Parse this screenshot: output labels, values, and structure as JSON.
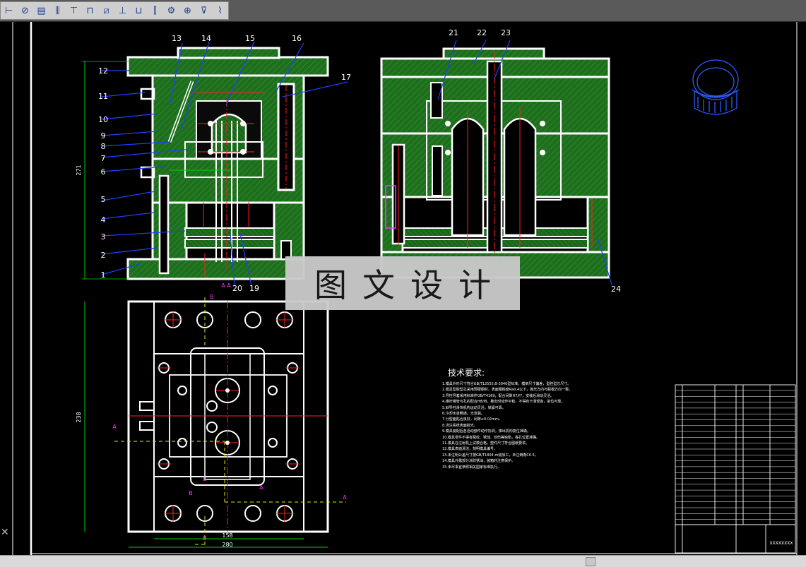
{
  "toolbar": {
    "buttons": [
      {
        "icon": "linear-dimension-icon",
        "glyph": "⊢"
      },
      {
        "icon": "diameter-dimension-icon",
        "glyph": "⊘"
      },
      {
        "icon": "hatch-icon",
        "glyph": "▤"
      },
      {
        "icon": "screw-icon",
        "glyph": "⫼"
      },
      {
        "icon": "bolt-icon",
        "glyph": "⊤"
      },
      {
        "icon": "pin-icon",
        "glyph": "⊓"
      },
      {
        "icon": "slant-hatch-icon",
        "glyph": "⧄"
      },
      {
        "icon": "guide-pillar-icon",
        "glyph": "⊥"
      },
      {
        "icon": "bushing-icon",
        "glyph": "⊔"
      },
      {
        "icon": "ejector-icon",
        "glyph": "⫿"
      },
      {
        "icon": "gear-icon",
        "glyph": "⚙"
      },
      {
        "icon": "centerline-circle-icon",
        "glyph": "⊕"
      },
      {
        "icon": "sprue-icon",
        "glyph": "⊽"
      },
      {
        "icon": "spring-icon",
        "glyph": "⌇"
      }
    ]
  },
  "callouts_left": [
    "1",
    "2",
    "3",
    "4",
    "5",
    "6",
    "7",
    "8",
    "9",
    "10",
    "11",
    "12",
    "13",
    "14",
    "15",
    "16",
    "17",
    "19",
    "20"
  ],
  "callouts_right": [
    "21",
    "22",
    "23",
    "24"
  ],
  "dims": {
    "left_height": "271",
    "plan_height": "238",
    "plan_width_inner": "158",
    "plan_width_outer": "280"
  },
  "section_marks": [
    "A",
    "B"
  ],
  "watermark": "图文设计",
  "tech_title": "技术要求:",
  "tech_notes": [
    "1.模具外形尺寸符合GB/T12555,B-3040型标准，模架尺寸偏差，型腔型芯尺寸。",
    "2.模具型腔型芯采用预硬钢材，表面粗糙度Ra0.4以下，抛光方向与脱模方向一致。",
    "3.导柱导套采用标准件GB/T4169，配合间隙H7/f7，安装后滑动灵活。",
    "4.推杆推管与孔的配合H8/f8，推出时动作平稳，不得有卡滞现象，复位可靠。",
    "5.斜导柱滑块机构运动灵活，锁紧可靠。",
    "6.冷却水道畅通，无渗漏。",
    "7.分型面贴合良好，间隙≤0.02mm。",
    "8.浇注系统表面抛光。",
    "9.模具装配后各活动部件动作协调，推出机构复位准确。",
    "10.模具零件不得有裂纹、锈蚀、划伤等缺陷，各孔位置准确。",
    "11.模具在注射机上试模合格，塑件尺寸符合图纸要求。",
    "12.模具表面清洁，刻明模具编号。",
    "13.未注明公差尺寸按GB/T1804-m级加工，未注倒角C0.5。",
    "14.模具外露部分涂防锈油，装箱时注意保护。",
    "15.未尽事宜参照相关国家标准执行。"
  ],
  "title_block": {
    "drawing_no": "XXXXXXXX"
  },
  "colors": {
    "canvas_bg": "#000000",
    "outline": "#ffffff",
    "hatch_green": "#1e6e1e",
    "centerline_red": "#ff2020",
    "dimension_green": "#00d000",
    "leader_blue": "#2040ff",
    "section_yellow": "#e6e600",
    "magenta": "#ff30ff",
    "rendering_blue": "#2a5cff"
  }
}
